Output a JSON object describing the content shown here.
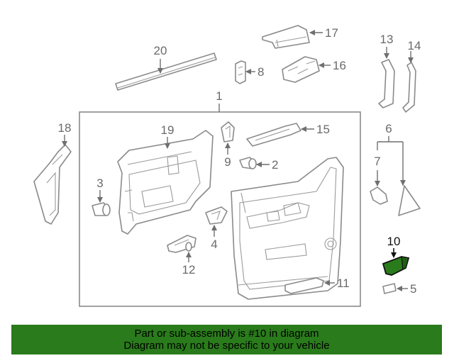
{
  "callouts": {
    "c1": "1",
    "c2": "2",
    "c3": "3",
    "c4": "4",
    "c5": "5",
    "c6": "6",
    "c7": "7",
    "c8": "8",
    "c9": "9",
    "c10": "10",
    "c11": "11",
    "c12": "12",
    "c13": "13",
    "c14": "14",
    "c15": "15",
    "c16": "16",
    "c17": "17",
    "c18": "18",
    "c19": "19",
    "c20": "20"
  },
  "highlighted_part": "10",
  "colors": {
    "banner_bg": "#2a7b1b",
    "highlight_fill": "#2a7b1b",
    "line": "#8a8a8a"
  },
  "banner": {
    "line1": "Part or sub-assembly is #10 in diagram",
    "line2": "Diagram may not be specific to your vehicle"
  }
}
